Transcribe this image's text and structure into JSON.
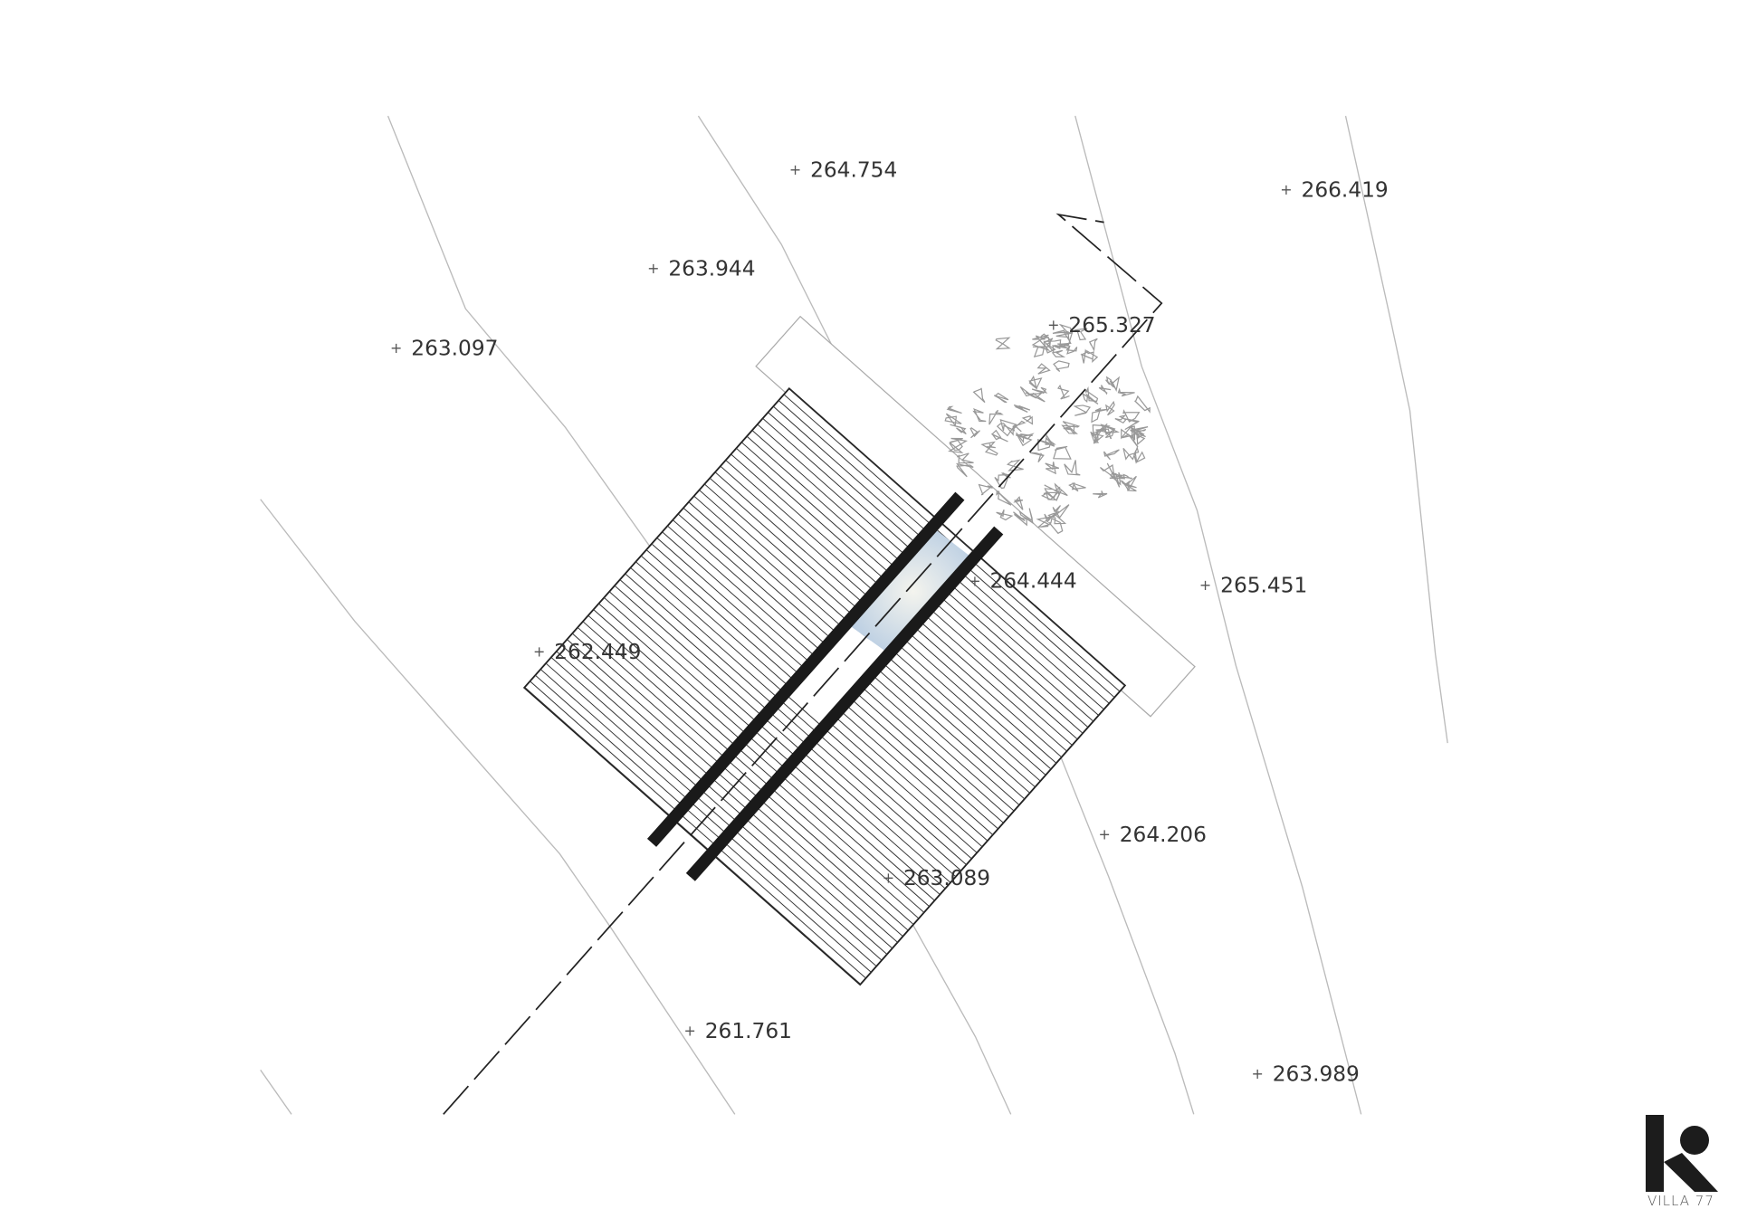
{
  "spot_levels": [
    {
      "id": "l1",
      "value": "264.754"
    },
    {
      "id": "l2",
      "value": "266.419"
    },
    {
      "id": "l3",
      "value": "263.944"
    },
    {
      "id": "l4",
      "value": "263.097"
    },
    {
      "id": "l5",
      "value": "265.327"
    },
    {
      "id": "l6",
      "value": "264.444"
    },
    {
      "id": "l7",
      "value": "265.451"
    },
    {
      "id": "l8",
      "value": "262.449"
    },
    {
      "id": "l9",
      "value": "264.206"
    },
    {
      "id": "l10",
      "value": "263.089"
    },
    {
      "id": "l11",
      "value": "261.761"
    },
    {
      "id": "l12",
      "value": "263.989"
    }
  ],
  "logo": {
    "text": "VILLA 77"
  },
  "colors": {
    "line": "#222222",
    "contour": "#bbbbbb",
    "glass": "#bcd0e4"
  }
}
